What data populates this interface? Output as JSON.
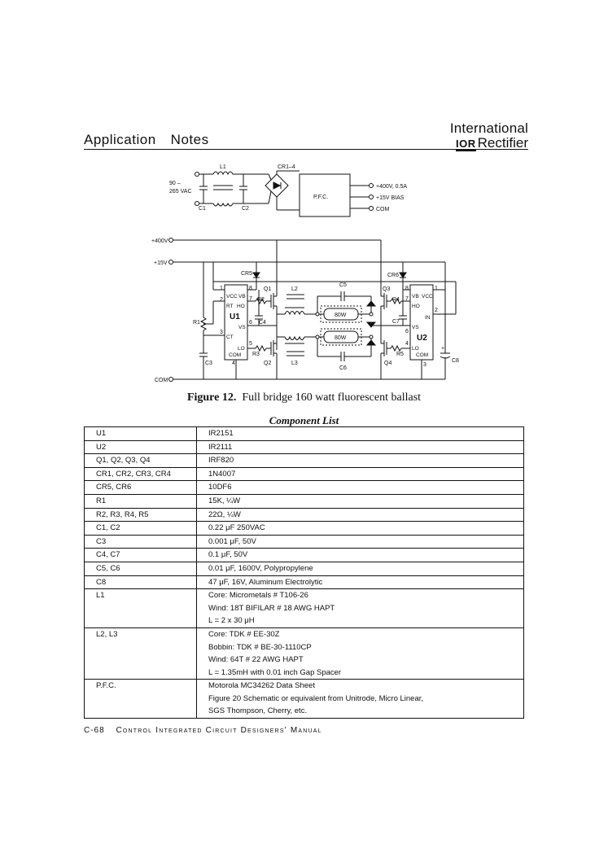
{
  "header": {
    "title_word1": "Application",
    "title_word2": "Notes",
    "brand_line1": "International",
    "brand_logo": "IOR",
    "brand_line2": "Rectifier"
  },
  "figure": {
    "top_labels": {
      "vac_line1": "90 –",
      "vac_line2": "265 VAC",
      "L1": "L1",
      "C1": "C1",
      "C2": "C2",
      "CR1_4": "CR1–4",
      "PFC": "P.F.C.",
      "out_400": "+400V, 0.5A",
      "out_15": "+15V BIAS",
      "out_com": "COM"
    },
    "main_labels": {
      "rail_400": "+400V",
      "rail_15": "+15V",
      "rail_com": "COM",
      "CR5": "CR5",
      "CR6": "CR6",
      "U1": "U1",
      "U2": "U2",
      "VCC": "VCC",
      "VB": "VB",
      "RT": "RT",
      "HO": "HO",
      "VS": "VS",
      "CT": "CT",
      "LO": "LO",
      "COM": "COM",
      "IN": "IN",
      "R1": "R1",
      "R2": "R2",
      "R3": "R3",
      "R4": "R4",
      "R5": "R5",
      "C3": "C3",
      "C4": "C4",
      "C5": "C5",
      "C6": "C6",
      "C7": "C7",
      "C8": "C8",
      "Q1": "Q1",
      "Q2": "Q2",
      "Q3": "Q3",
      "Q4": "Q4",
      "L2": "L2",
      "L3": "L3",
      "lamp": "80W",
      "plus": "+"
    },
    "pins_u1": [
      "1",
      "8",
      "2",
      "7",
      "6",
      "3",
      "5",
      "4"
    ],
    "pins_u2": [
      "8",
      "1",
      "7",
      "2",
      "6",
      "4",
      "3"
    ],
    "caption_label": "Figure 12.",
    "caption_text": "Full bridge 160 watt fluorescent ballast"
  },
  "component_list": {
    "title": "Component List",
    "rows": [
      {
        "ref": "U1",
        "lines": [
          "IR2151"
        ]
      },
      {
        "ref": "U2",
        "lines": [
          "IR2111"
        ]
      },
      {
        "ref": "Q1, Q2, Q3, Q4",
        "lines": [
          "IRF820"
        ]
      },
      {
        "ref": "CR1, CR2, CR3, CR4",
        "lines": [
          "1N4007"
        ]
      },
      {
        "ref": "CR5, CR6",
        "lines": [
          "10DF6"
        ]
      },
      {
        "ref": "R1",
        "lines": [
          "15K, ¼W"
        ]
      },
      {
        "ref": "R2, R3, R4, R5",
        "lines": [
          "22Ω, ¼W"
        ]
      },
      {
        "ref": "C1, C2",
        "lines": [
          "0.22 μF 250VAC"
        ]
      },
      {
        "ref": "C3",
        "lines": [
          "0.001 μF, 50V"
        ]
      },
      {
        "ref": "C4, C7",
        "lines": [
          "0.1 μF, 50V"
        ]
      },
      {
        "ref": "C5, C6",
        "lines": [
          "0.01 μF, 1600V, Polypropylene"
        ]
      },
      {
        "ref": "C8",
        "lines": [
          "47 μF, 16V, Aluminum Electrolytic"
        ]
      },
      {
        "ref": "L1",
        "lines": [
          "Core: Micrometals # T106-26",
          "Wind: 18T BIFILAR # 18 AWG HAPT",
          "L = 2 x 30 μH"
        ]
      },
      {
        "ref": "L2, L3",
        "lines": [
          "Core: TDK # EE-30Z",
          "Bobbin: TDK # BE-30-1110CP",
          "Wind: 64T # 22 AWG HAPT",
          "L = 1.35mH with 0.01 inch Gap Spacer"
        ]
      },
      {
        "ref": "P.F.C.",
        "lines": [
          "Motorola MC34262 Data Sheet",
          "Figure 20 Schematic or equivalent from Unitrode, Micro Linear,",
          "SGS Thompson, Cherry, etc."
        ]
      }
    ]
  },
  "footer": {
    "page_number": "C-68",
    "manual_title": "Control Integrated Circuit Designers' Manual"
  }
}
